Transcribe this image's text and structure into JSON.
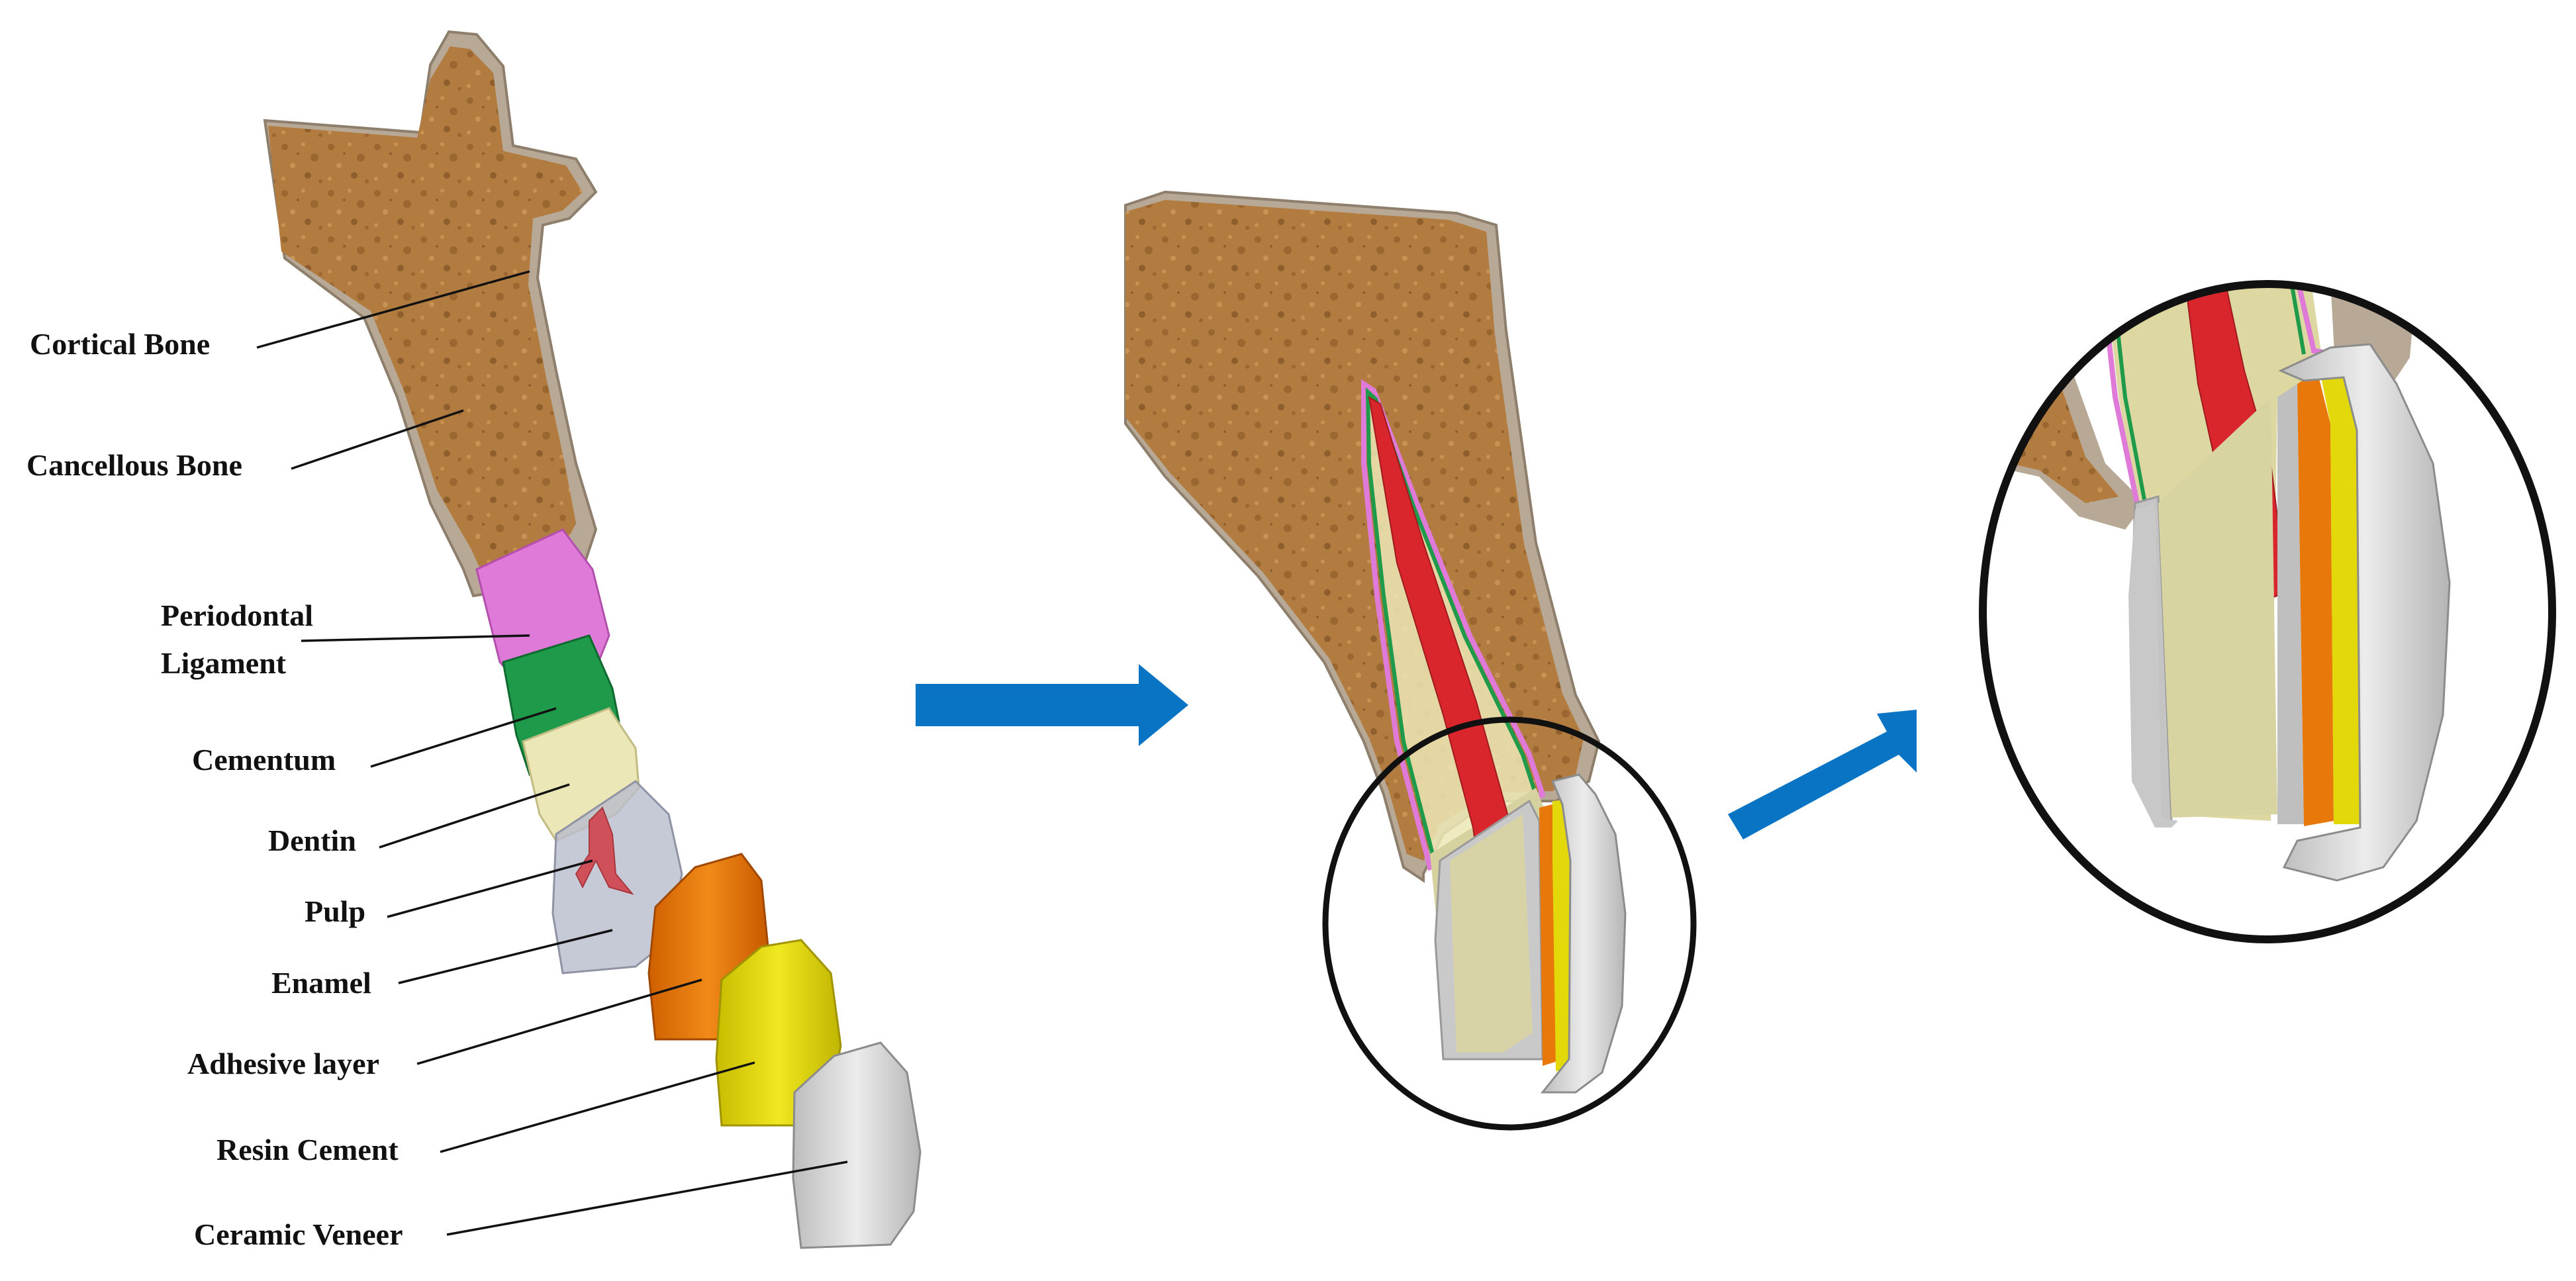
{
  "labels": {
    "cortical_bone": "Cortical Bone",
    "cancellous_bone": "Cancellous Bone",
    "periodontal_ligament_line1": "Periodontal",
    "periodontal_ligament_line2": "Ligament",
    "cementum": "Cementum",
    "dentin": "Dentin",
    "pulp": "Pulp",
    "enamel": "Enamel",
    "adhesive_layer": "Adhesive layer",
    "resin_cement": "Resin Cement",
    "ceramic_veneer": "Ceramic Veneer"
  },
  "colors": {
    "cortical_bone": "#b8a896",
    "cancellous_bone": "#b07a3c",
    "periodontal_ligament": "#e07ad8",
    "cementum": "#1e9a4a",
    "dentin": "#ece7b6",
    "pulp": "#d0505a",
    "enamel": "#b8bccc",
    "adhesive_layer": "#e8780a",
    "resin_cement": "#e2d80a",
    "ceramic_veneer": "#d2d2d2",
    "arrow": "#0a74c4",
    "leader_line": "#111111",
    "zoom_circle": "#111111"
  }
}
